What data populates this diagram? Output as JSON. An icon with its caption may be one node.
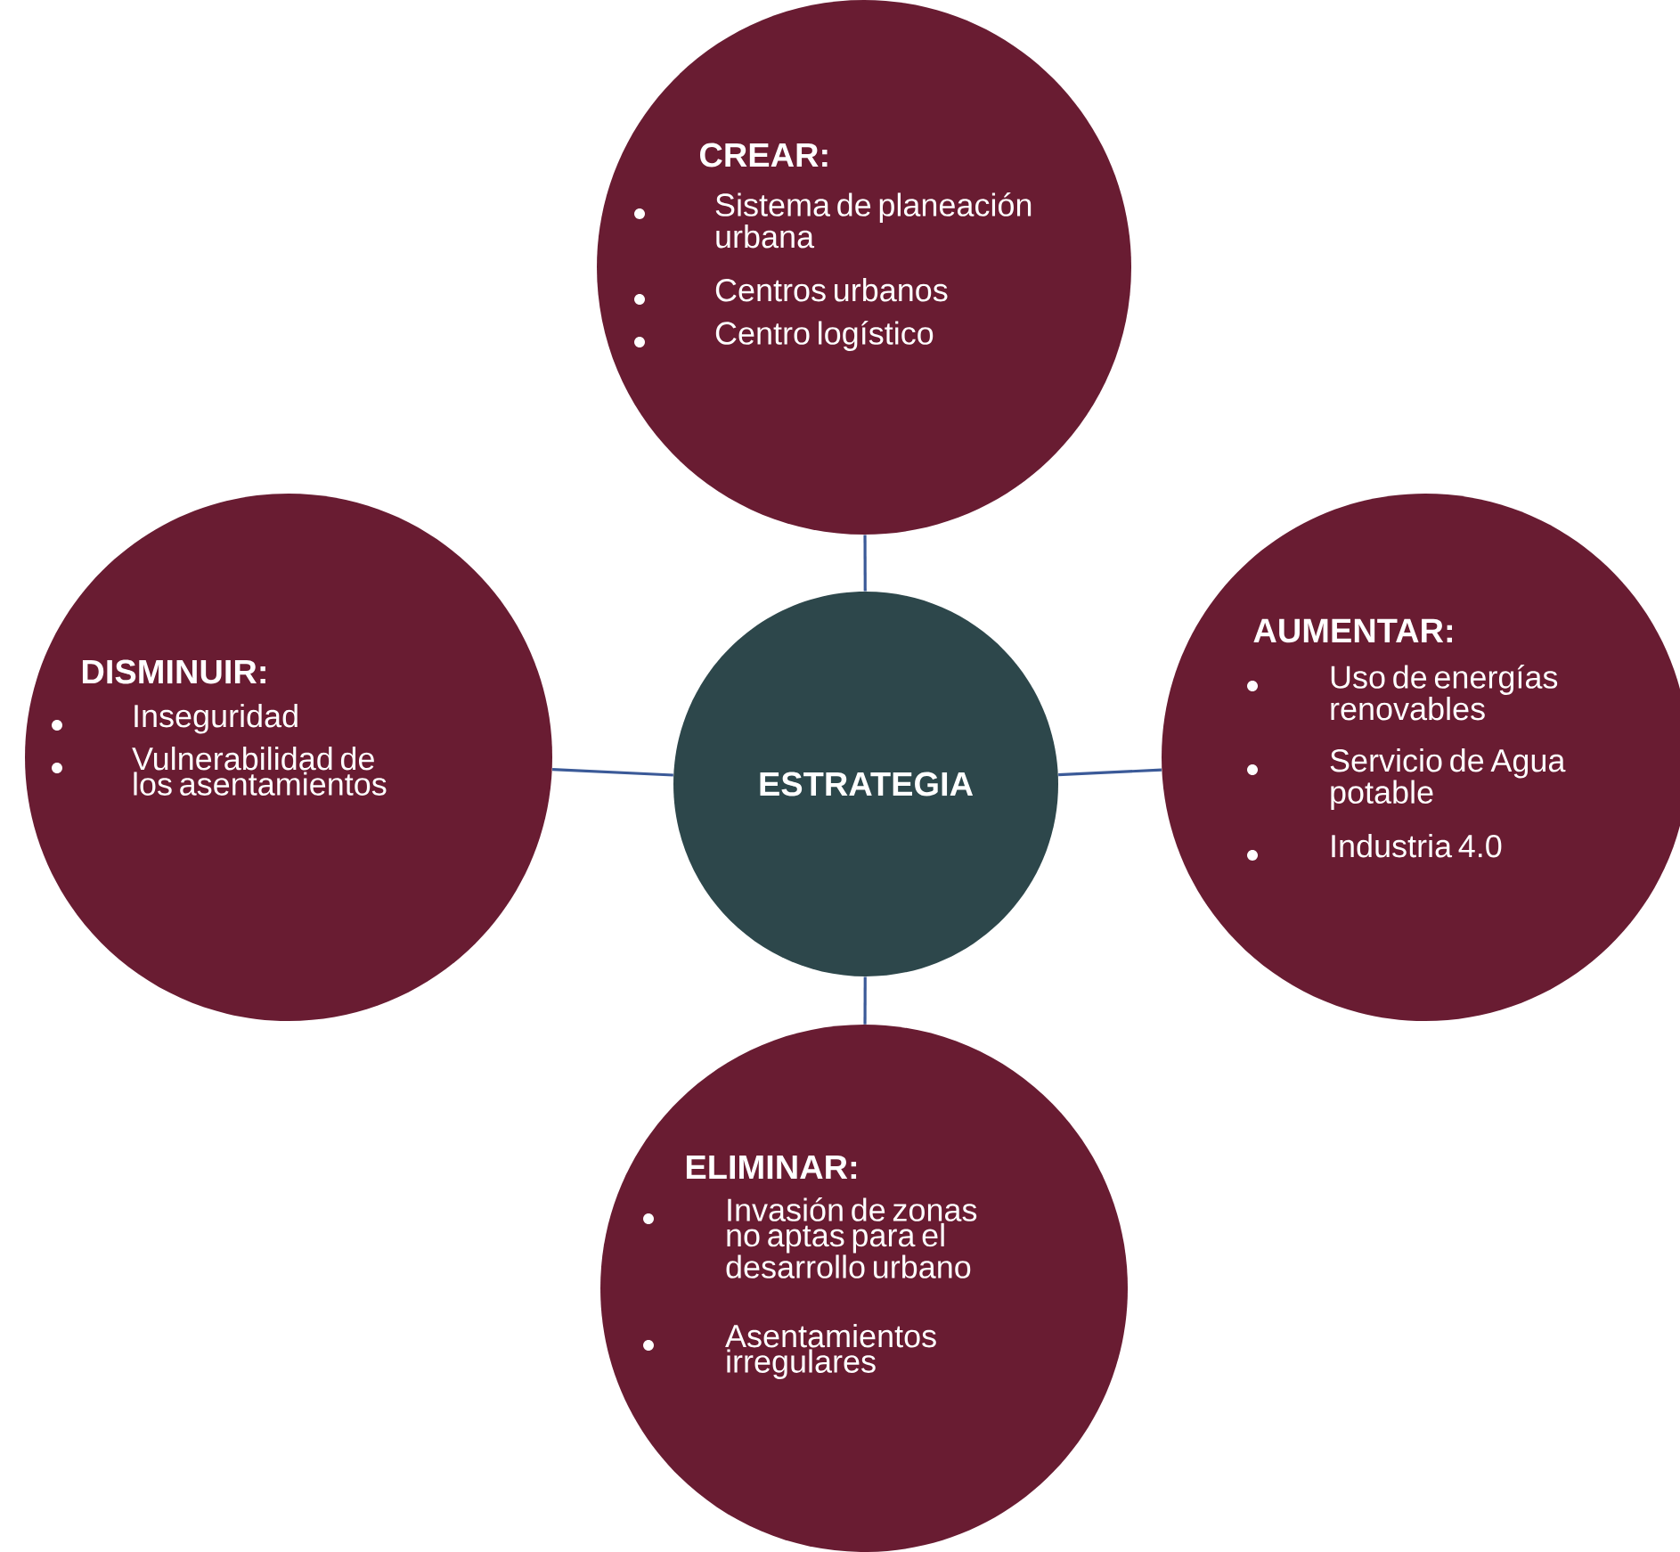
{
  "diagram": {
    "nodes": [
      {
        "text": [
          "CREAR:",
          "Sistema de planeación urbana",
          "Centros urbanos",
          "Centro logístico"
        ]
      },
      {
        "text": [
          "DISMINUIR:",
          "Inseguridad",
          "Vulnerabilidad de los asentamientos"
        ]
      },
      {
        "text": [
          "ESTRATEGIA"
        ]
      },
      {
        "text": [
          "AUMENTAR:",
          "Uso de energías renovables",
          "Servicio de Agua potable",
          "Industria 4.0"
        ]
      },
      {
        "text": [
          "ELIMINAR:",
          "Invasión de zonas no aptas para el desarrollo urbano",
          "Asentamientos irregulares"
        ]
      }
    ],
    "edges": [
      {
        "from": 2,
        "to": 0,
        "arrow": "none"
      },
      {
        "from": 2,
        "to": 1,
        "arrow": "none"
      },
      {
        "from": 2,
        "to": 3,
        "arrow": "none"
      },
      {
        "from": 2,
        "to": 4,
        "arrow": "none"
      }
    ]
  }
}
